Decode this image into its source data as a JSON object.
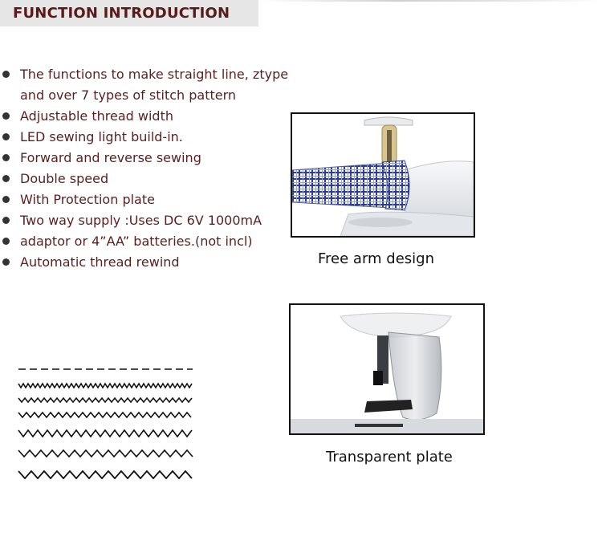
{
  "header": {
    "title": "FUNCTION INTRODUCTION"
  },
  "features": [
    [
      "The functions to make straight line, ztype",
      "and over 7 types of stitch pattern"
    ],
    [
      "Adjustable thread width"
    ],
    [
      "LED sewing light build-in."
    ],
    [
      "Forward and reverse sewing"
    ],
    [
      "Double speed"
    ],
    [
      "With Protection plate"
    ],
    [
      "Two way supply :Uses DC 6V 1000mA"
    ],
    [
      "adaptor or 4”AA” batteries.(not incl)"
    ],
    [
      "Automatic thread rewind"
    ]
  ],
  "photos": {
    "free_arm": {
      "caption": "Free arm design"
    },
    "plate": {
      "caption": "Transparent plate"
    }
  },
  "colors": {
    "title": "#5a1a1a",
    "text": "#5a1f1f",
    "title_bg": "#e6e6e6"
  }
}
